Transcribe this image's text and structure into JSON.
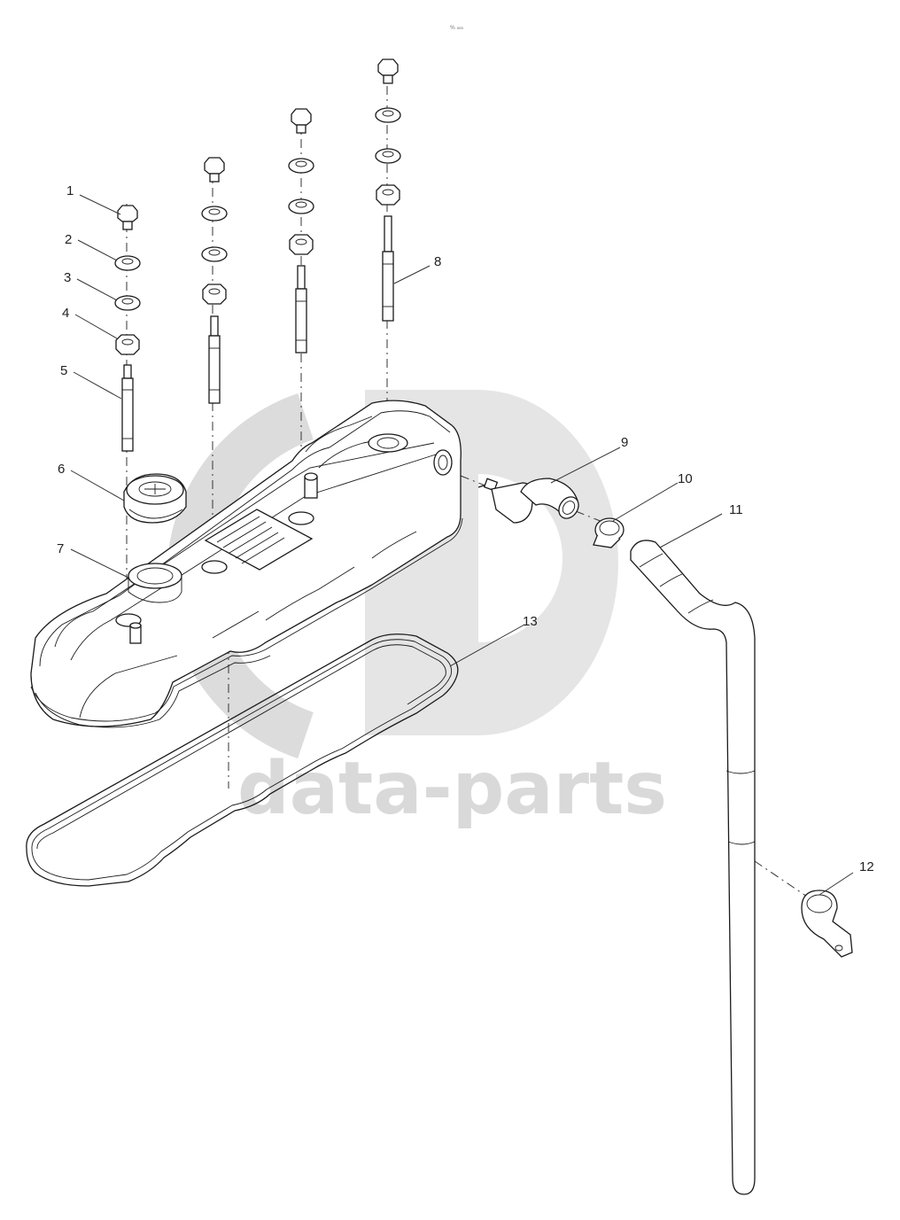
{
  "header_mark": "⁰⁄₀ ₀₀₀",
  "watermark": {
    "text": "data-parts",
    "color": "#d9d9d9"
  },
  "callouts": [
    {
      "id": 1,
      "label": "1"
    },
    {
      "id": 2,
      "label": "2"
    },
    {
      "id": 3,
      "label": "3"
    },
    {
      "id": 4,
      "label": "4"
    },
    {
      "id": 5,
      "label": "5"
    },
    {
      "id": 6,
      "label": "6"
    },
    {
      "id": 7,
      "label": "7"
    },
    {
      "id": 8,
      "label": "8"
    },
    {
      "id": 9,
      "label": "9"
    },
    {
      "id": 10,
      "label": "10"
    },
    {
      "id": 11,
      "label": "11"
    },
    {
      "id": 12,
      "label": "12"
    },
    {
      "id": 13,
      "label": "13"
    }
  ],
  "colors": {
    "line": "#1a1a1a",
    "watermark": "#d9d9d9",
    "background": "#ffffff"
  }
}
